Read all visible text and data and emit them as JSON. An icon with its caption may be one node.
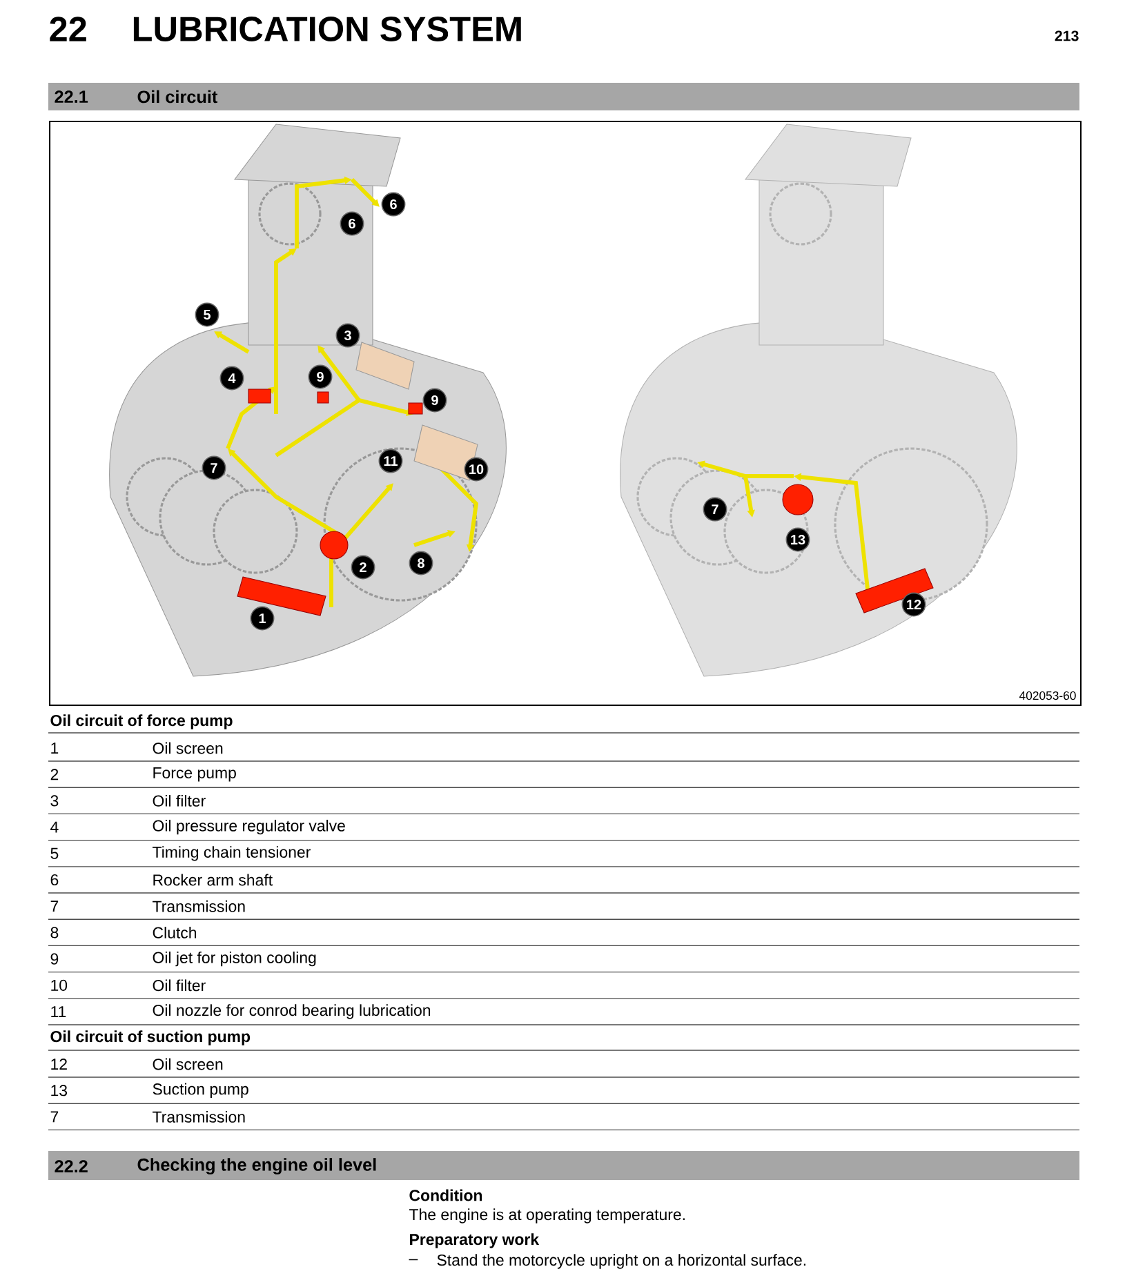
{
  "diagram": {
    "labels": [
      "22",
      "LUBRICATION SYSTEM",
      "213",
      "22.1",
      "Oil circuit",
      "6",
      "6",
      "5",
      "3",
      "4",
      "9",
      "9",
      "11",
      "7",
      "10",
      "7",
      "13",
      "8",
      "2",
      "12",
      "1",
      "402053-60",
      "Oil circuit of force pump",
      "1",
      "Oil screen",
      "2",
      "Force pump",
      "3",
      "Oil filter",
      "4",
      "Oil pressure regulator valve",
      "5",
      "Timing chain tensioner",
      "6",
      "Rocker arm shaft",
      "7",
      "Transmission",
      "8",
      "Clutch",
      "9",
      "Oil jet for piston cooling",
      "10",
      "Oil filter",
      "11",
      "Oil nozzle for conrod bearing lubrication",
      "Oil circuit of suction pump",
      "12",
      "Oil screen",
      "13",
      "Suction pump",
      "7",
      "Transmission",
      "22.2",
      "Checking the engine oil level",
      "Condition",
      "The engine is at operating temperature.",
      "Preparatory work",
      "–",
      "Stand the motorcycle upright on a horizontal surface."
    ]
  }
}
